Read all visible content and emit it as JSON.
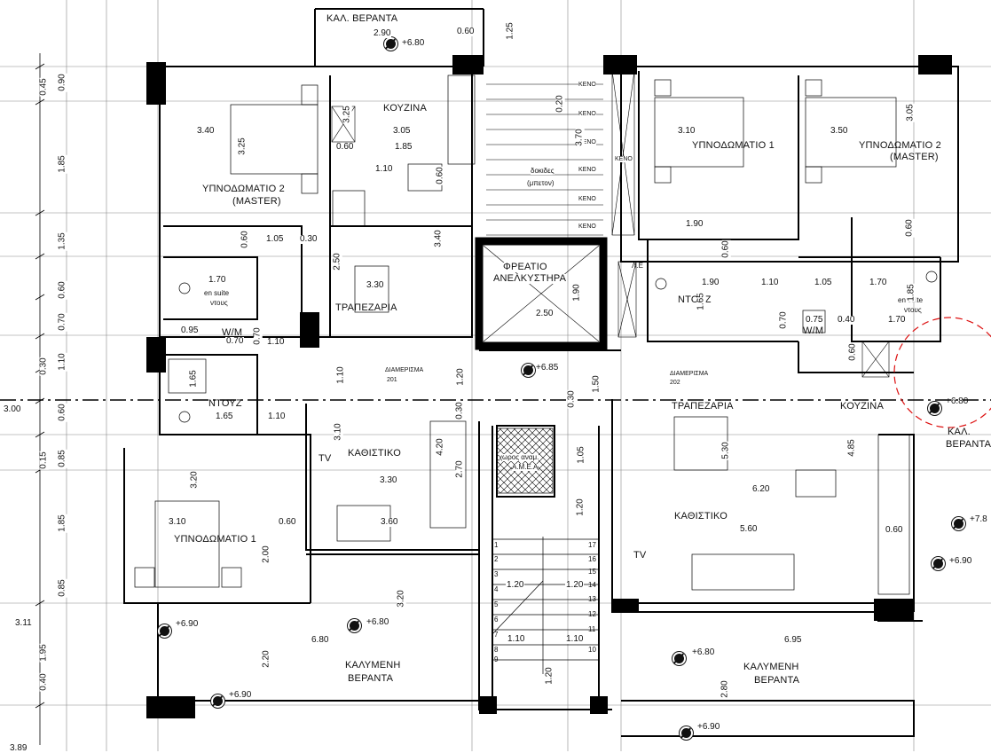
{
  "rooms": {
    "kal_veranta_top": "ΚΑΛ. ΒΕΡΑΝΤΑ",
    "kouzina_left": "ΚΟΥΖΙΝΑ",
    "bed2_left_line1": "ΥΠΝΟΔΩΜΑΤΙΟ 2",
    "bed2_left_line2": "(MASTER)",
    "trapezaria_left": "ΤΡΑΠΕΖΑΡΙΑ",
    "enshuite_left_1": "en suite",
    "enshuite_left_2": "ντους",
    "ntous_left": "ΝΤΟΥΖ",
    "wm_left": "W/M",
    "kathistiko_left": "ΚΑΘΙΣΤΙΚΟ",
    "bed1_left": "ΥΠΝΟΔΩΜΑΤΙΟ 1",
    "tv_left": "TV",
    "kalymeni_left_1": "ΚΑΛΥΜΕΝΗ",
    "kalymeni_left_2": "ΒΕΡΑΝΤΑ",
    "freatio_1": "ΦΡΕΑΤΙΟ",
    "freatio_2": "ΑΝΕΛΚΥΣΤΗΡΑ",
    "dokides_1": "δοκιδες",
    "dokides_2": "(μπετον)",
    "keno": "ΚΕΝΟ",
    "choros_1": "χωρος αναμ.",
    "choros_2": "Α.Μ.Ε.Α",
    "diam201_1": "ΔΙΑΜΕΡΙΣΜΑ",
    "diam201_2": "201",
    "diam202_1": "ΔΙΑΜΕΡΙΣΜΑ",
    "diam202_2": "202",
    "bed1_right": "ΥΠΝΟΔΩΜΑΤΙΟ 1",
    "bed2_right_1": "ΥΠΝΟΔΩΜΑΤΙΟ 2",
    "bed2_right_2": "(MASTER)",
    "ntous_right": "ΝΤΟΥΖ",
    "enshuite_right_1": "en suite",
    "enshuite_right_2": "ντους",
    "wm_right": "W/M",
    "trapezaria_right": "ΤΡΑΠΕΖΑΡΙΑ",
    "kouzina_right": "ΚΟΥΖΙΝΑ",
    "kal_right_1": "ΚΑΛ.",
    "kal_right_2": "ΒΕΡΑΝΤΑ",
    "kathistiko_right": "ΚΑΘΙΣΤΙΚΟ",
    "tv_right": "TV",
    "kalymeni_right_1": "ΚΑΛΥΜΕΝΗ",
    "kalymeni_right_2": "ΒΕΡΑΝΤΑ",
    "le": "Λ.Ε"
  },
  "levels": {
    "top": "+6.80",
    "landing": "+6.85",
    "kal_right": "+6.80",
    "right_edge_1": "+7.8",
    "right_edge_2": "+6.90",
    "left_bottom_1": "+6.90",
    "left_bottom_2": "+6.80",
    "left_bottom_3": "+6.90",
    "right_bottom_1": "+6.80",
    "right_bottom_2": "+6.90"
  },
  "dims": {
    "d290": "2.90",
    "d060_top": "0.60",
    "d125": "1.25",
    "d340_l": "3.40",
    "d305_l": "3.05",
    "d060_l1": "0.60",
    "d185_l": "1.85",
    "d110_l": "1.10",
    "d060_l2": "0.60",
    "d325_v1": "3.25",
    "d325_v2": "3.25",
    "d105": "1.05",
    "d030": "0.30",
    "d060_l3": "0.60",
    "d250": "2.50",
    "d330": "3.30",
    "d340_v": "3.40",
    "d170": "1.70",
    "d095": "0.95",
    "d070_a": "0.70",
    "d070_b": "0.70",
    "d110_b": "1.10",
    "d165_v": "1.65",
    "d165_h": "1.65",
    "d110_c": "1.10",
    "d110_v": "1.10",
    "d120_v": "1.20",
    "d310_v": "3.10",
    "d330_b": "3.30",
    "d420": "4.20",
    "d270": "2.70",
    "d320": "3.20",
    "d310_b": "3.10",
    "d060_b": "0.60",
    "d360": "3.60",
    "d200": "2.00",
    "d320_b": "3.20",
    "d680": "6.80",
    "d220": "2.20",
    "d030_t": "0.30",
    "d190_v": "1.90",
    "d250_b": "2.50",
    "d020": "0.20",
    "d370": "3.70",
    "d150": "1.50",
    "d030_c": "0.30",
    "d105_c": "1.05",
    "d120_c": "1.20",
    "d120_s1": "1.20",
    "d120_s2": "1.20",
    "d110_s1": "1.10",
    "d110_s2": "1.10",
    "d120_s3": "1.20",
    "d310_r": "3.10",
    "d350_r": "3.50",
    "d305_r": "3.05",
    "d190_r": "1.90",
    "d190_r2": "1.90",
    "d060_r1": "0.60",
    "d110_r": "1.10",
    "d105_r": "1.05",
    "d170_r": "1.70",
    "d165_r": "1.65",
    "d060_r2": "0.60",
    "d185_r": "1.85",
    "d075": "0.75",
    "d040": "0.40",
    "d170_r2": "1.70",
    "d070_r": "0.70",
    "d060_r3": "0.60",
    "d530": "5.30",
    "d485": "4.85",
    "d620": "6.20",
    "d560": "5.60",
    "d060_r4": "0.60",
    "d695": "6.95",
    "d280": "2.80"
  },
  "left_ruler": [
    "0.45",
    "0.90",
    "1.85",
    "1.35",
    "0.60",
    "0.70",
    "1.10",
    "0.30",
    "0.60",
    "0.85",
    "0.15",
    "1.85",
    "0.85",
    "1.95",
    "0.40"
  ],
  "left_ruler_side": [
    "3.00",
    "3.11",
    "3.89"
  ],
  "stairs": [
    "1",
    "2",
    "3",
    "4",
    "5",
    "6",
    "7",
    "8",
    "9",
    "10",
    "11",
    "12",
    "13",
    "14",
    "15",
    "16",
    "17"
  ]
}
